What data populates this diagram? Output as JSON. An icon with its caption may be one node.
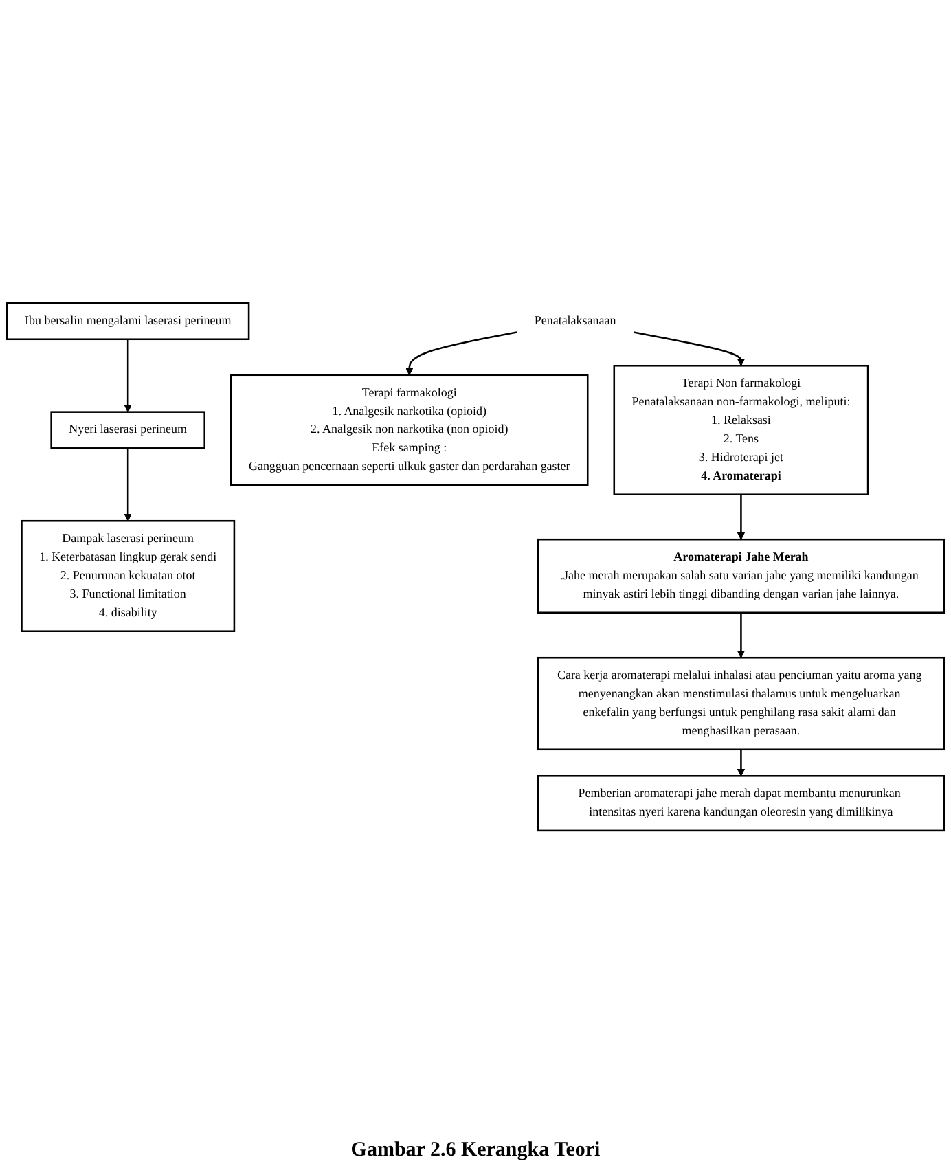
{
  "diagram": {
    "caption": "Gambar 2.6 Kerangka Teori",
    "nodes": [
      {
        "text": [
          "Ibu bersalin mengalami laserasi perineum"
        ]
      },
      {
        "text": [
          "Nyeri laserasi perineum"
        ]
      },
      {
        "text": [
          "Dampak laserasi perineum",
          "1. Keterbatasan lingkup gerak sendi",
          "2. Penurunan kekuatan otot",
          "3. Functional limitation",
          "4. disability"
        ]
      },
      {
        "text": [
          "Penatalaksanaan"
        ]
      },
      {
        "text": [
          "Terapi farmakologi",
          "1. Analgesik narkotika (opioid)",
          "2. Analgesik non narkotika (non opioid)",
          "Efek samping :",
          "Gangguan pencernaan seperti ulkuk gaster dan perdarahan gaster"
        ]
      },
      {
        "text": [
          "Terapi Non farmakologi",
          "Penatalaksanaan non-farmakologi, meliputi:",
          "1. Relaksasi",
          "2. Tens",
          "3. Hidroterapi jet",
          "**4. Aromaterapi**"
        ]
      },
      {
        "text": [
          "Aromaterapi Jahe Merah",
          ".Jahe merah merupakan salah satu varian jahe yang memiliki kandungan minyak astiri lebih tinggi dibanding dengan varian jahe lainnya."
        ]
      },
      {
        "text": [
          "Cara kerja aromaterapi melalui inhalasi atau penciuman yaitu aroma yang menyenangkan akan menstimulasi thalamus untuk mengeluarkan enkefalin yang berfungsi untuk penghilang rasa sakit alami dan menghasilkan perasaan."
        ]
      },
      {
        "text": [
          "Pemberian aromaterapi jahe merah dapat membantu menurunkan intensitas nyeri karena kandungan oleoresin yang dimilikinya"
        ]
      }
    ],
    "edges": [
      {
        "from": 0,
        "to": 1,
        "arrow": "to"
      },
      {
        "from": 1,
        "to": 2,
        "arrow": "to"
      },
      {
        "from": 3,
        "to": 4,
        "arrow": "to"
      },
      {
        "from": 3,
        "to": 5,
        "arrow": "to"
      },
      {
        "from": 5,
        "to": 6,
        "arrow": "to"
      },
      {
        "from": 6,
        "to": 7,
        "arrow": "to"
      },
      {
        "from": 7,
        "to": 8,
        "arrow": "to"
      }
    ]
  }
}
